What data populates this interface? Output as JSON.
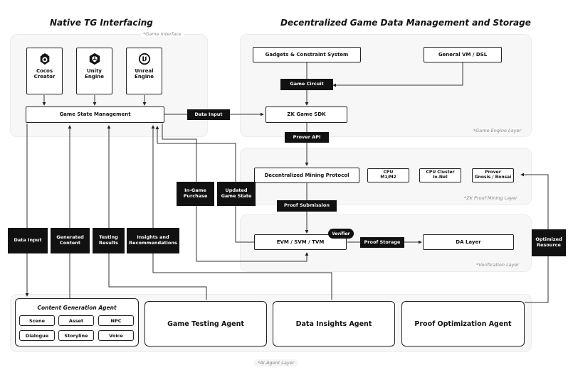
{
  "titles": {
    "left": "Native TG Interfacing",
    "right": "Decentralized Game Data Management and Storage"
  },
  "layer_tags": {
    "game_interface": "*Game Interface",
    "game_engine": "*Game Engine Layer",
    "zk_proof": "*ZK Proof Mining Layer",
    "verification": "*Verification Layer",
    "ai_agent": "*AI-Agent Layer"
  },
  "engines": [
    {
      "label": "Cocos\nCreator",
      "icon": "cocos-creator-logo"
    },
    {
      "label": "Unity\nEngine",
      "icon": "unity-engine-logo"
    },
    {
      "label": "Unreal\nEngine",
      "icon": "unreal-engine-logo"
    }
  ],
  "boxes": {
    "game_state": "Game State Management",
    "gadgets": "Gadgets & Constraint System",
    "general_vm": "General VM / DSL",
    "zk_sdk": "ZK Game SDK",
    "mining_protocol": "Decentralized Mining Protocol",
    "cpu_m1": "CPU\nM1/M2",
    "cpu_cluster": "CPU Cluster\nIo.Net",
    "prover": "Prover\nGnosis / Bonsai",
    "evm": "EVM / SVM / TVM",
    "da_layer": "DA Layer"
  },
  "labels": {
    "game_circuit": "Game Circuit",
    "data_input_top": "Data Input",
    "prover_api": "Prover API",
    "proof_submission": "Proof Submission",
    "proof_storage": "Proof Storage",
    "in_game_purchase": "In-Game\nPurchase",
    "updated_game_state": "Updated\nGame State",
    "data_input_left": "Data Input",
    "generated_content": "Generated\nContent",
    "testing_results": "Testing\nResults",
    "insights": "Insights and\nRecommendations",
    "optimized_resource": "Optimized\nResource",
    "verifier": "Verifier"
  },
  "agents": {
    "content_generation": "Content Generation Agent",
    "content_items": [
      "Scene",
      "Asset",
      "NPC",
      "Dialogue",
      "Storyline",
      "Voice"
    ],
    "game_testing": "Game Testing Agent",
    "data_insights": "Data Insights Agent",
    "proof_optimization": "Proof Optimization Agent"
  }
}
